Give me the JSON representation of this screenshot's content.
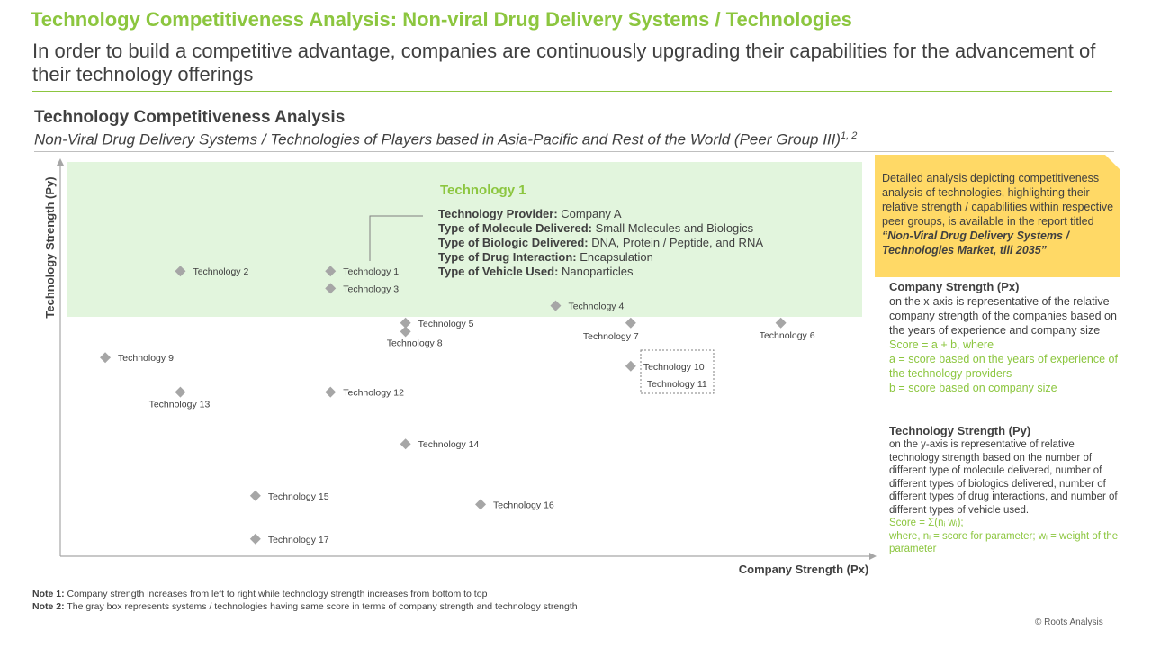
{
  "header": {
    "title": "Technology Competitiveness Analysis: Non-viral Drug Delivery Systems / Technologies",
    "subtitle": "In order to build a competitive advantage, companies are continuously upgrading their capabilities for the advancement of their technology offerings"
  },
  "section": {
    "title": "Technology Competitiveness Analysis",
    "subtitle": "Non-Viral Drug Delivery Systems / Technologies of Players based in Asia-Pacific and Rest of the World (Peer Group III)",
    "subtitle_sup": "1, 2"
  },
  "colors": {
    "accent_green": "#8cc63f",
    "highlight_fill": "#e2f5dd",
    "callout_fill": "#ffd966",
    "marker": "#a6a6a6",
    "text": "#404040"
  },
  "chart_data": {
    "type": "scatter",
    "xlabel": "Company Strength (Px)",
    "ylabel": "Technology Strength (Py)",
    "marker_shape": "diamond",
    "grid": false,
    "points": [
      {
        "label": "Technology 1",
        "x": 3.6,
        "y": 6.6
      },
      {
        "label": "Technology 2",
        "x": 1.6,
        "y": 6.6
      },
      {
        "label": "Technology 3",
        "x": 3.6,
        "y": 6.2
      },
      {
        "label": "Technology 4",
        "x": 6.6,
        "y": 5.8
      },
      {
        "label": "Technology 5",
        "x": 4.6,
        "y": 5.4
      },
      {
        "label": "Technology 6",
        "x": 9.6,
        "y": 5.4
      },
      {
        "label": "Technology 7",
        "x": 7.6,
        "y": 5.4
      },
      {
        "label": "Technology 8",
        "x": 4.6,
        "y": 5.2
      },
      {
        "label": "Technology 9",
        "x": 0.6,
        "y": 4.6
      },
      {
        "label": "Technology 10",
        "x": 7.6,
        "y": 4.4
      },
      {
        "label": "Technology 11",
        "x": 7.6,
        "y": 4.4
      },
      {
        "label": "Technology 12",
        "x": 3.6,
        "y": 3.8
      },
      {
        "label": "Technology 13",
        "x": 1.6,
        "y": 3.8
      },
      {
        "label": "Technology 14",
        "x": 4.6,
        "y": 2.6
      },
      {
        "label": "Technology 15",
        "x": 2.6,
        "y": 1.4
      },
      {
        "label": "Technology 16",
        "x": 5.6,
        "y": 1.2
      },
      {
        "label": "Technology 17",
        "x": 2.6,
        "y": 0.4
      }
    ],
    "highlight": {
      "name": "Technology 1",
      "rows": [
        {
          "key": "Technology Provider:",
          "value": "Company A"
        },
        {
          "key": "Type of Molecule Delivered:",
          "value": "Small Molecules and Biologics"
        },
        {
          "key": "Type of Biologic Delivered:",
          "value": "DNA, Protein / Peptide, and RNA"
        },
        {
          "key": "Type of Drug Interaction:",
          "value": "Encapsulation"
        },
        {
          "key": "Type of Vehicle Used:",
          "value": "Nanoparticles"
        }
      ]
    }
  },
  "callout": {
    "text": "Detailed analysis depicting competitiveness analysis of technologies, highlighting their relative strength / capabilities within respective peer groups, is available in the report titled",
    "report_title": "“Non-Viral Drug Delivery Systems / Technologies Market, till 2035”"
  },
  "px_explain": {
    "heading": "Company Strength (Px)",
    "body": "on the x-axis is representative of the relative company strength of the companies based on the years of experience and company size",
    "formula": "Score = a + b, where",
    "a_def": "a = score based on the years of experience of the technology providers",
    "b_def": "b = score based on company size"
  },
  "py_explain": {
    "heading": "Technology Strength (Py)",
    "body": "on the y-axis is representative of relative technology strength based on the number of different type of molecule delivered, number of different types of biologics delivered, number of different types of drug interactions, and number of different types of vehicle used.",
    "formula": "Score = Σ(nᵢ wᵢ);",
    "where": "where, nᵢ = score for parameter; wᵢ = weight of the parameter"
  },
  "notes": [
    {
      "label": "Note 1:",
      "text": "Company strength increases from left to right while technology strength increases from bottom to top"
    },
    {
      "label": "Note 2:",
      "text": "The gray box represents systems / technologies having same score in terms of company strength and technology strength"
    }
  ],
  "copyright": "© Roots Analysis"
}
